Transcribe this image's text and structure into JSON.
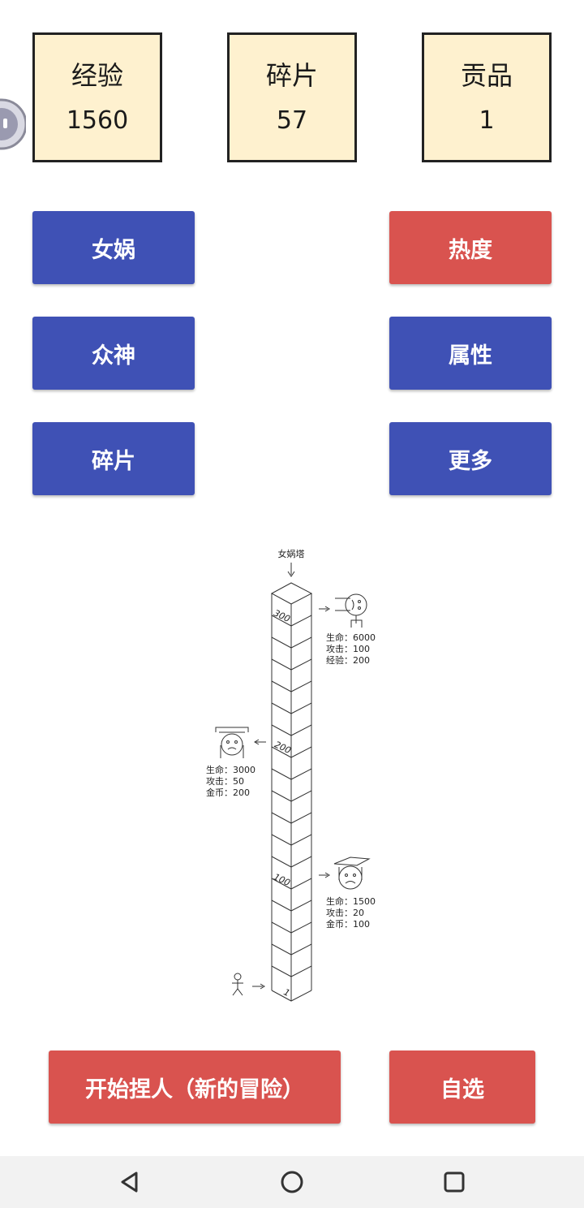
{
  "stats": [
    {
      "label": "经验",
      "value": "1560"
    },
    {
      "label": "碎片",
      "value": "57"
    },
    {
      "label": "贡品",
      "value": "1"
    }
  ],
  "buttons": {
    "nuwa": "女娲",
    "heat": "热度",
    "gods": "众神",
    "attributes": "属性",
    "fragments": "碎片",
    "more": "更多",
    "start": "开始捏人（新的冒险）",
    "custom": "自选"
  },
  "tower": {
    "title": "女娲塔",
    "floor_marks": [
      "300",
      "200",
      "100",
      "1"
    ],
    "boss_top": {
      "stats": [
        "生命：6000",
        "攻击：100",
        "经验：200"
      ]
    },
    "boss_mid": {
      "stats": [
        "生命：3000",
        "攻击：50",
        "金币：200"
      ]
    },
    "boss_low": {
      "stats": [
        "生命：1500",
        "攻击：20",
        "金币：100"
      ]
    }
  },
  "colors": {
    "blue": "#3f51b5",
    "red": "#d9534f",
    "card_bg": "#fef1cf"
  },
  "icons": [
    "float-ball-icon",
    "back-icon",
    "home-icon",
    "recents-icon"
  ]
}
